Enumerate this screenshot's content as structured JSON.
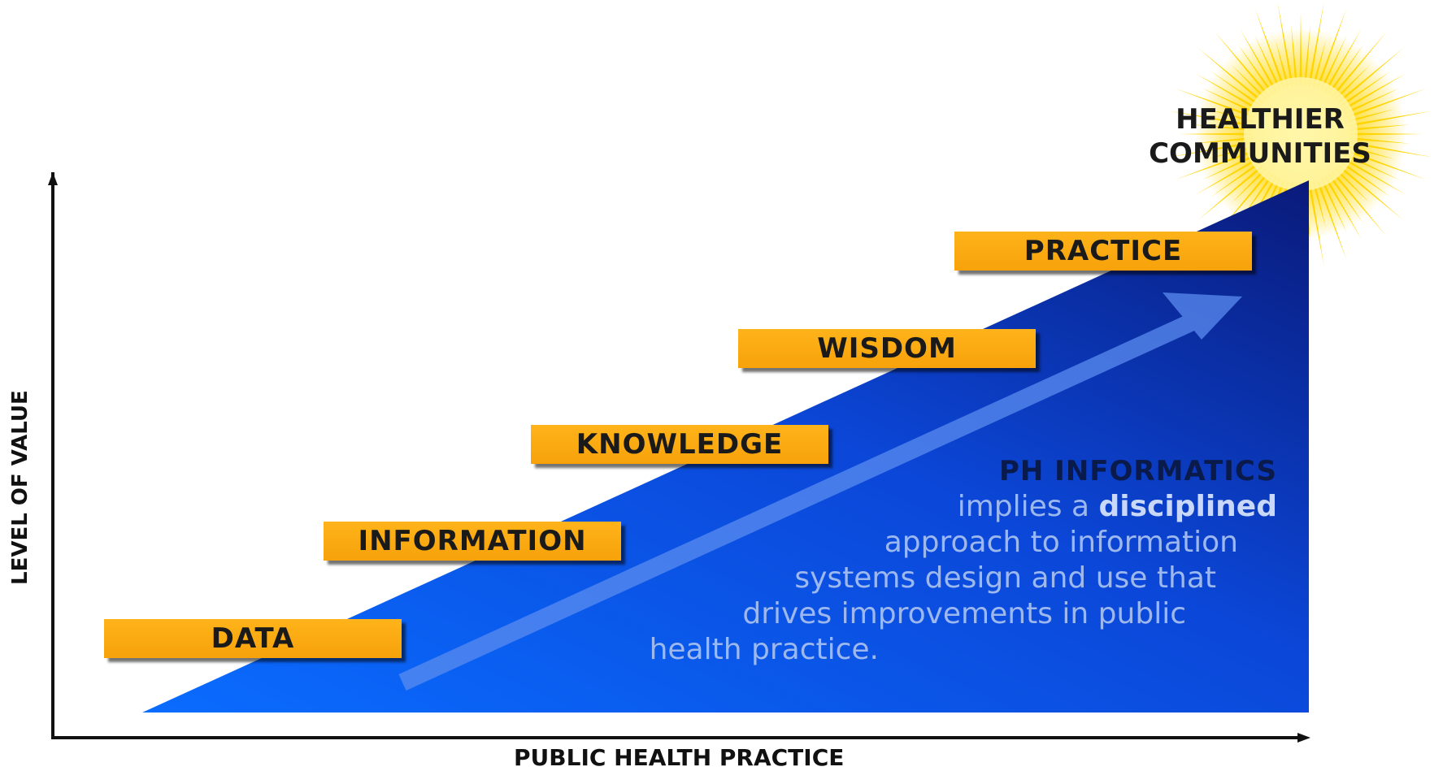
{
  "diagram": {
    "x_axis_label": "PUBLIC HEALTH PRACTICE",
    "y_axis_label": "LEVEL OF VALUE",
    "steps": [
      "DATA",
      "INFORMATION",
      "KNOWLEDGE",
      "WISDOM",
      "PRACTICE"
    ],
    "goal": {
      "line1": "HEALTHIER",
      "line2": "COMMUNITIES"
    },
    "informatics": {
      "title": "PH INFORMATICS",
      "line1_pre": "implies a ",
      "line1_bold": "disciplined",
      "line2": "approach to information",
      "line3": "systems design and use that",
      "line4": "drives improvements in public",
      "line5": "health practice."
    },
    "colors": {
      "triangle_light": "#0a6cff",
      "triangle_dark": "#0a1a7a",
      "step_fill": "#ffab14",
      "sun": "#ffd700",
      "arrow": "#5a8cf0"
    }
  }
}
